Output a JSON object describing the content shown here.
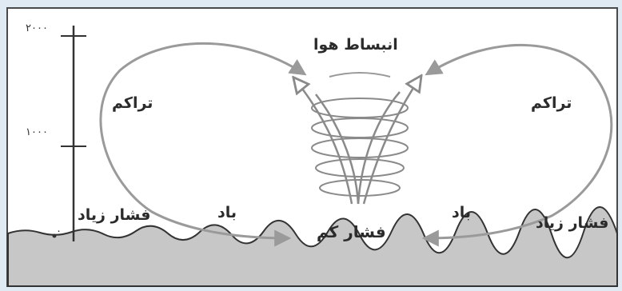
{
  "altitude_axis": {
    "ticks": [
      "۲۰۰۰",
      "۱۰۰۰",
      "۰"
    ]
  },
  "labels": {
    "expansion": "انبساط هوا",
    "accumulation_left": "تراکم",
    "accumulation_right": "تراکم",
    "wind_left": "باد",
    "wind_right": "باد",
    "high_pressure_left": "فشار زیاد",
    "high_pressure_right": "فشار زیاد",
    "low_pressure": "فشار کم"
  },
  "colors": {
    "ground": "#c7c7c7",
    "arrows": "#9a9a9a",
    "background": "#dfeaf3",
    "axis": "#333333"
  }
}
